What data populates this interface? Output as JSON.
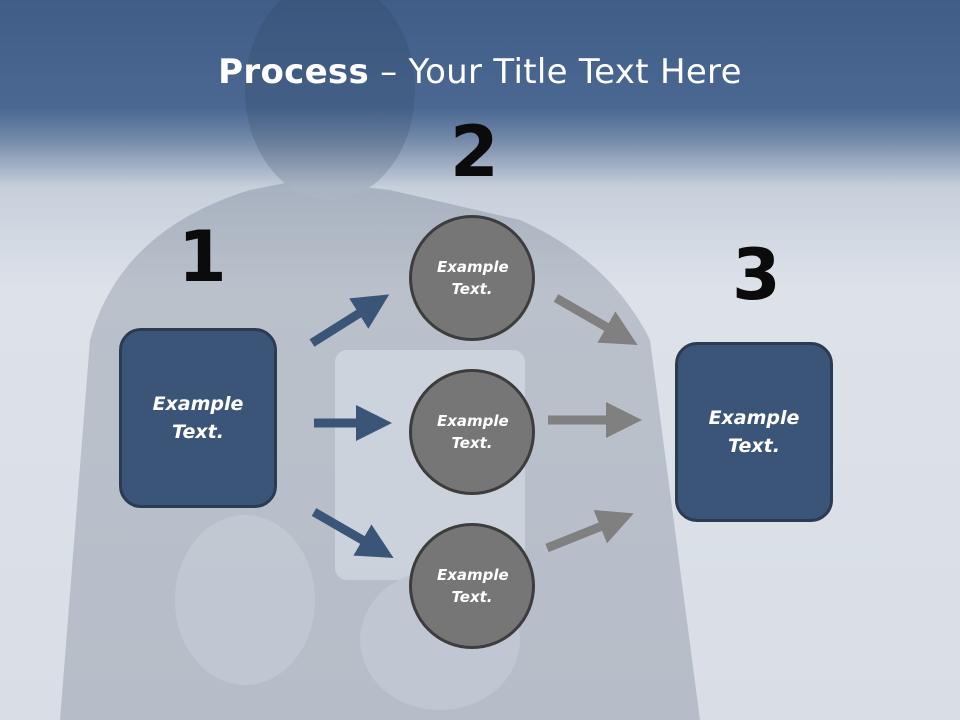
{
  "title": {
    "bold": "Process",
    "rest": " – Your Title Text Here"
  },
  "steps": [
    {
      "number": "1",
      "text": "Example Text."
    },
    {
      "number": "2",
      "items": [
        "Example Text.",
        "Example Text.",
        "Example Text."
      ]
    },
    {
      "number": "3",
      "text": "Example Text."
    }
  ],
  "colors": {
    "box_fill": "#3b5579",
    "circle_fill": "#767676",
    "arrow_left": "#3b5579",
    "arrow_right": "#808080",
    "header": "#3f5d87"
  }
}
